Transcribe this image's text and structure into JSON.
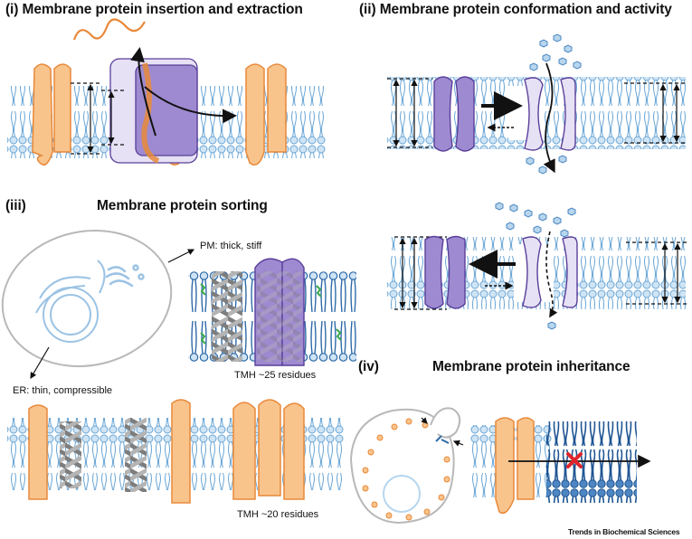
{
  "panels": {
    "insertion": {
      "title": "(i) Membrane protein insertion and extraction"
    },
    "conformation": {
      "title": "(ii) Membrane protein conformation and activity"
    },
    "sorting": {
      "label": "(iii)",
      "title": "Membrane protein sorting",
      "pm_note": "PM: thick, stiff",
      "er_note": "ER: thin, compressible",
      "tmh_long": "TMH ~25 residues",
      "tmh_short": "TMH ~20 residues"
    },
    "inheritance": {
      "label": "(iv)",
      "title": "Membrane protein inheritance"
    }
  },
  "credit": "Trends in Biochemical Sciences",
  "colors": {
    "lipid": "#b7d6ee",
    "lipid_stroke": "#5f9fd1",
    "tm_protein": "#f8c48c",
    "tm_stroke": "#e8893a",
    "channel_dark": "#9e8ad0",
    "channel_light": "#e6e1f4",
    "channel_stroke": "#5a3f9a",
    "helix_grey": "#9a9a9a",
    "dark_lipid": "#2f6aa8",
    "inhibit_mark": "#e0242b"
  }
}
